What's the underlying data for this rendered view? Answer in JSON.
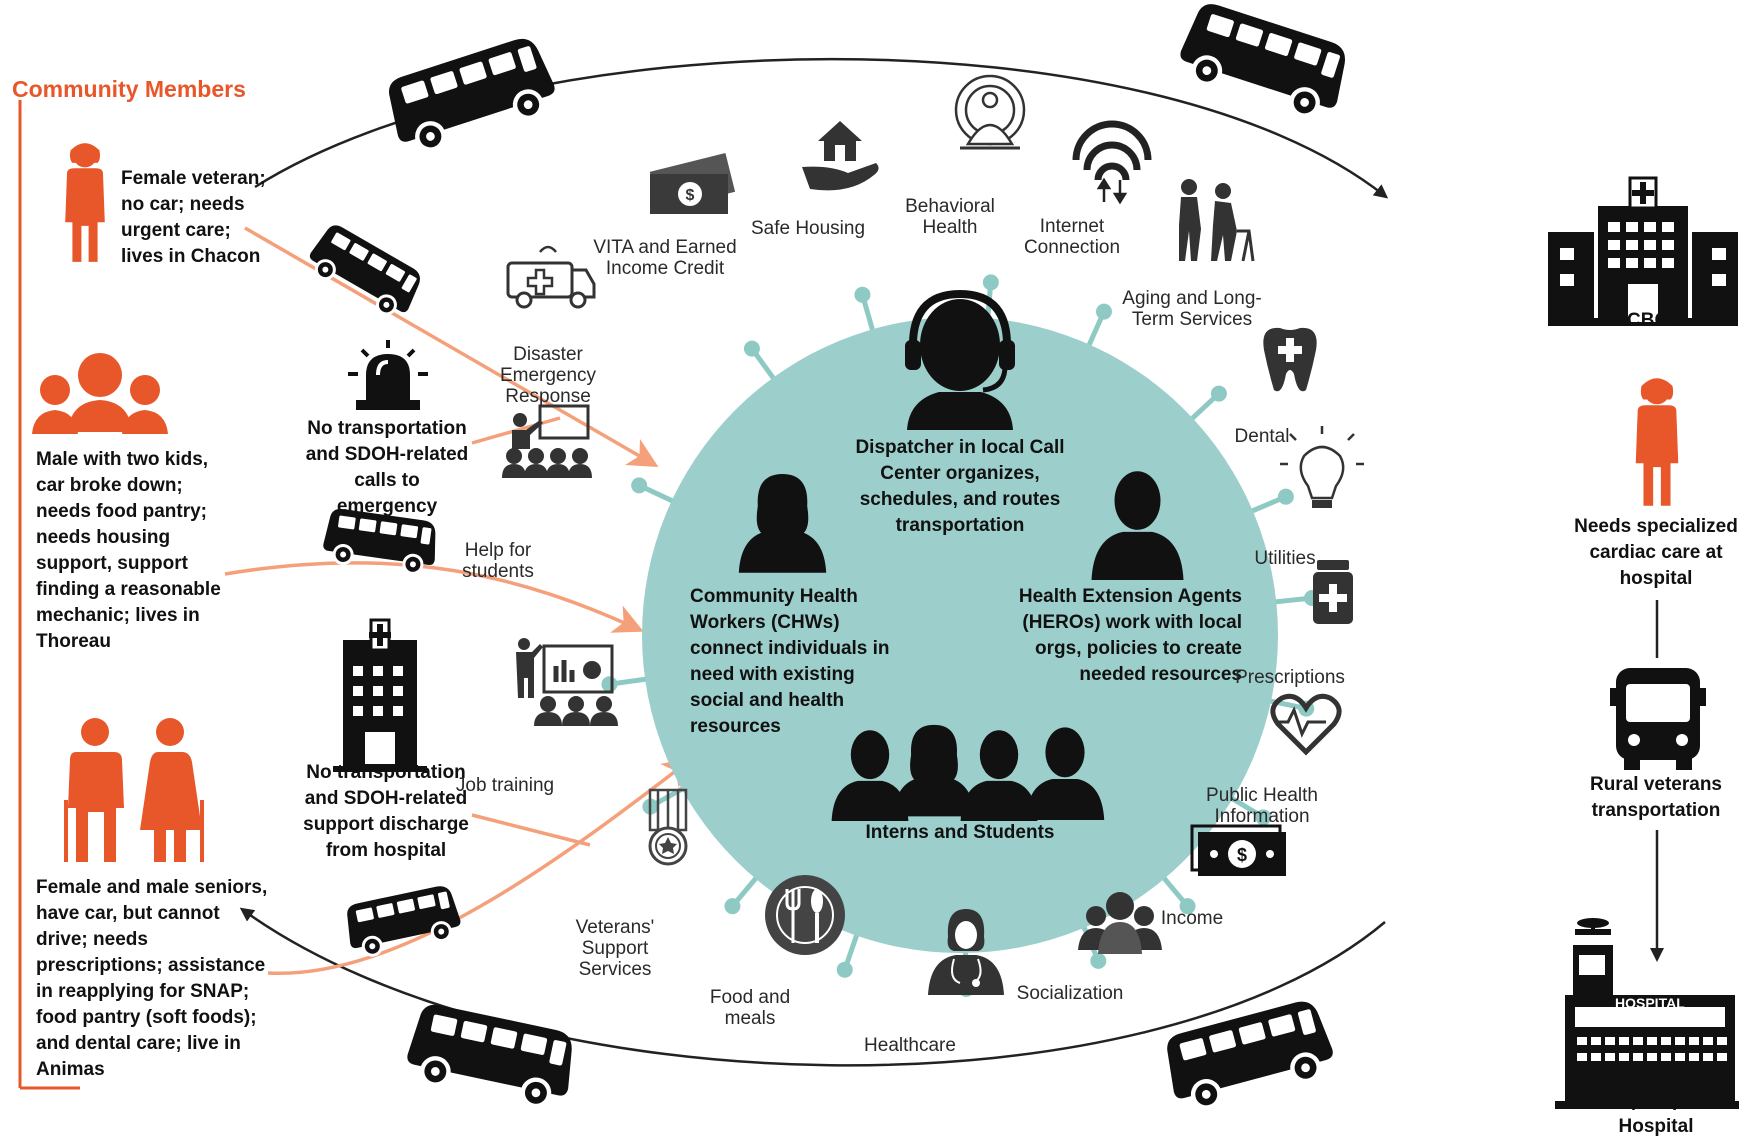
{
  "title": "Community Members",
  "colors": {
    "accent_orange": "#e8572a",
    "arrow_orange": "#f4a07a",
    "circle_teal": "#9ccfcb",
    "teal_dot": "#8ec9c4",
    "icon_dark": "#1a1a1a",
    "icon_grey": "#4a4a4a"
  },
  "community_members": [
    {
      "icon": "female-person-icon",
      "text": "Female veteran; no car; needs urgent care; lives in Chacon"
    },
    {
      "icon": "family-icon",
      "text": "Male with two kids, car broke down; needs food pantry; needs housing support, support finding a reasonable mechanic; lives in Thoreau"
    },
    {
      "icon": "seniors-icon",
      "text": "Female and male seniors, have car, but cannot drive; needs prescriptions; assistance in reapplying for SNAP; food pantry (soft foods); and dental care; live in  Animas"
    }
  ],
  "calls": [
    {
      "icon": "emergency-siren-icon",
      "text": "No transportation and SDOH-related calls to emergency"
    },
    {
      "icon": "hospital-building-icon",
      "text": "No transportation and SDOH-related support discharge from hospital"
    }
  ],
  "center": {
    "dispatcher": "Dispatcher in local Call Center organizes, schedules, and routes transportation",
    "chw": "Community Health Workers (CHWs) connect individuals in need with existing social and health resources",
    "hero": "Health Extension Agents (HEROs) work with local orgs, policies to create needed resources",
    "interns": "Interns and Students"
  },
  "services": [
    {
      "name": "disaster",
      "label": "Disaster Emergency Response",
      "icon": "ambulance-icon"
    },
    {
      "name": "vita",
      "label": "VITA and Earned Income Credit",
      "icon": "money-icon"
    },
    {
      "name": "housing",
      "label": "Safe Housing",
      "icon": "house-hand-icon"
    },
    {
      "name": "behavioral",
      "label": "Behavioral Health",
      "icon": "meditation-icon"
    },
    {
      "name": "internet",
      "label": "Internet Connection",
      "icon": "wifi-icon"
    },
    {
      "name": "aging",
      "label": "Aging and Long-Term Services",
      "icon": "elderly-icon"
    },
    {
      "name": "dental",
      "label": "Dental",
      "icon": "tooth-icon"
    },
    {
      "name": "utilities",
      "label": "Utilities",
      "icon": "lightbulb-icon"
    },
    {
      "name": "prescriptions",
      "label": "Prescriptions",
      "icon": "pill-bottle-icon"
    },
    {
      "name": "public-health",
      "label": "Public Health Information",
      "icon": "heartbeat-icon"
    },
    {
      "name": "income",
      "label": "Income",
      "icon": "dollar-bill-icon"
    },
    {
      "name": "socialization",
      "label": "Socialization",
      "icon": "group-icon"
    },
    {
      "name": "healthcare",
      "label": "Healthcare",
      "icon": "doctor-icon"
    },
    {
      "name": "food",
      "label": "Food and meals",
      "icon": "plate-utensils-icon"
    },
    {
      "name": "veterans",
      "label": "Veterans' Support Services",
      "icon": "medal-icon"
    },
    {
      "name": "job",
      "label": "Job training",
      "icon": "presentation-icon"
    },
    {
      "name": "students",
      "label": "Help for students",
      "icon": "classroom-icon"
    }
  ],
  "right_column": {
    "cboc": "CBOC",
    "specialized": "Needs specialized cardiac care at hospital",
    "rural": "Rural veterans transportation",
    "hospital_sign": "HOSPITAL",
    "albuquerque": "Albuquerque VA Hospital"
  }
}
